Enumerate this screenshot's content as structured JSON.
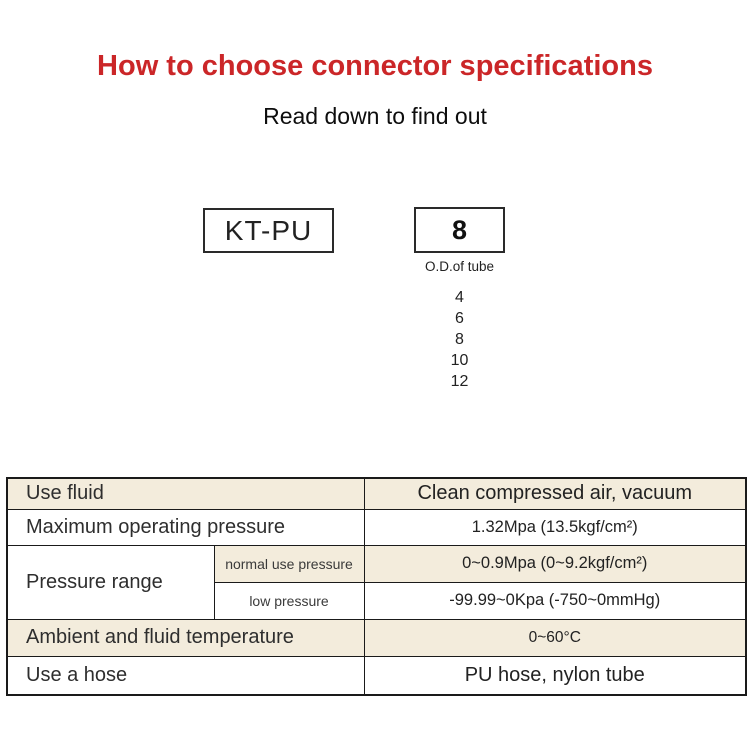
{
  "colors": {
    "title_red": "#cb2628",
    "row_beige": "#f3ecdc",
    "border_black": "#1a1a1a"
  },
  "header": {
    "title": "How to choose connector specifications",
    "subtitle": "Read down to find out"
  },
  "model_selector": {
    "series_code": "KT-PU",
    "size_code": "8",
    "size_caption": "O.D.of tube",
    "size_options": [
      "4",
      "6",
      "8",
      "10",
      "12"
    ]
  },
  "spec_table": {
    "rows": [
      {
        "label": "Use fluid",
        "value": "Clean compressed air, vacuum"
      },
      {
        "label": "Maximum operating pressure",
        "value": "1.32Mpa (13.5kgf/cm²)"
      },
      {
        "label": "Pressure range",
        "sub_label": "normal use pressure",
        "value": "0~0.9Mpa (0~9.2kgf/cm²)"
      },
      {
        "sub_label": "low pressure",
        "value": "-99.99~0Kpa (-750~0mmHg)"
      },
      {
        "label": "Ambient and fluid temperature",
        "value": "0~60°C"
      },
      {
        "label": "Use a hose",
        "value": "PU hose, nylon tube"
      }
    ]
  }
}
